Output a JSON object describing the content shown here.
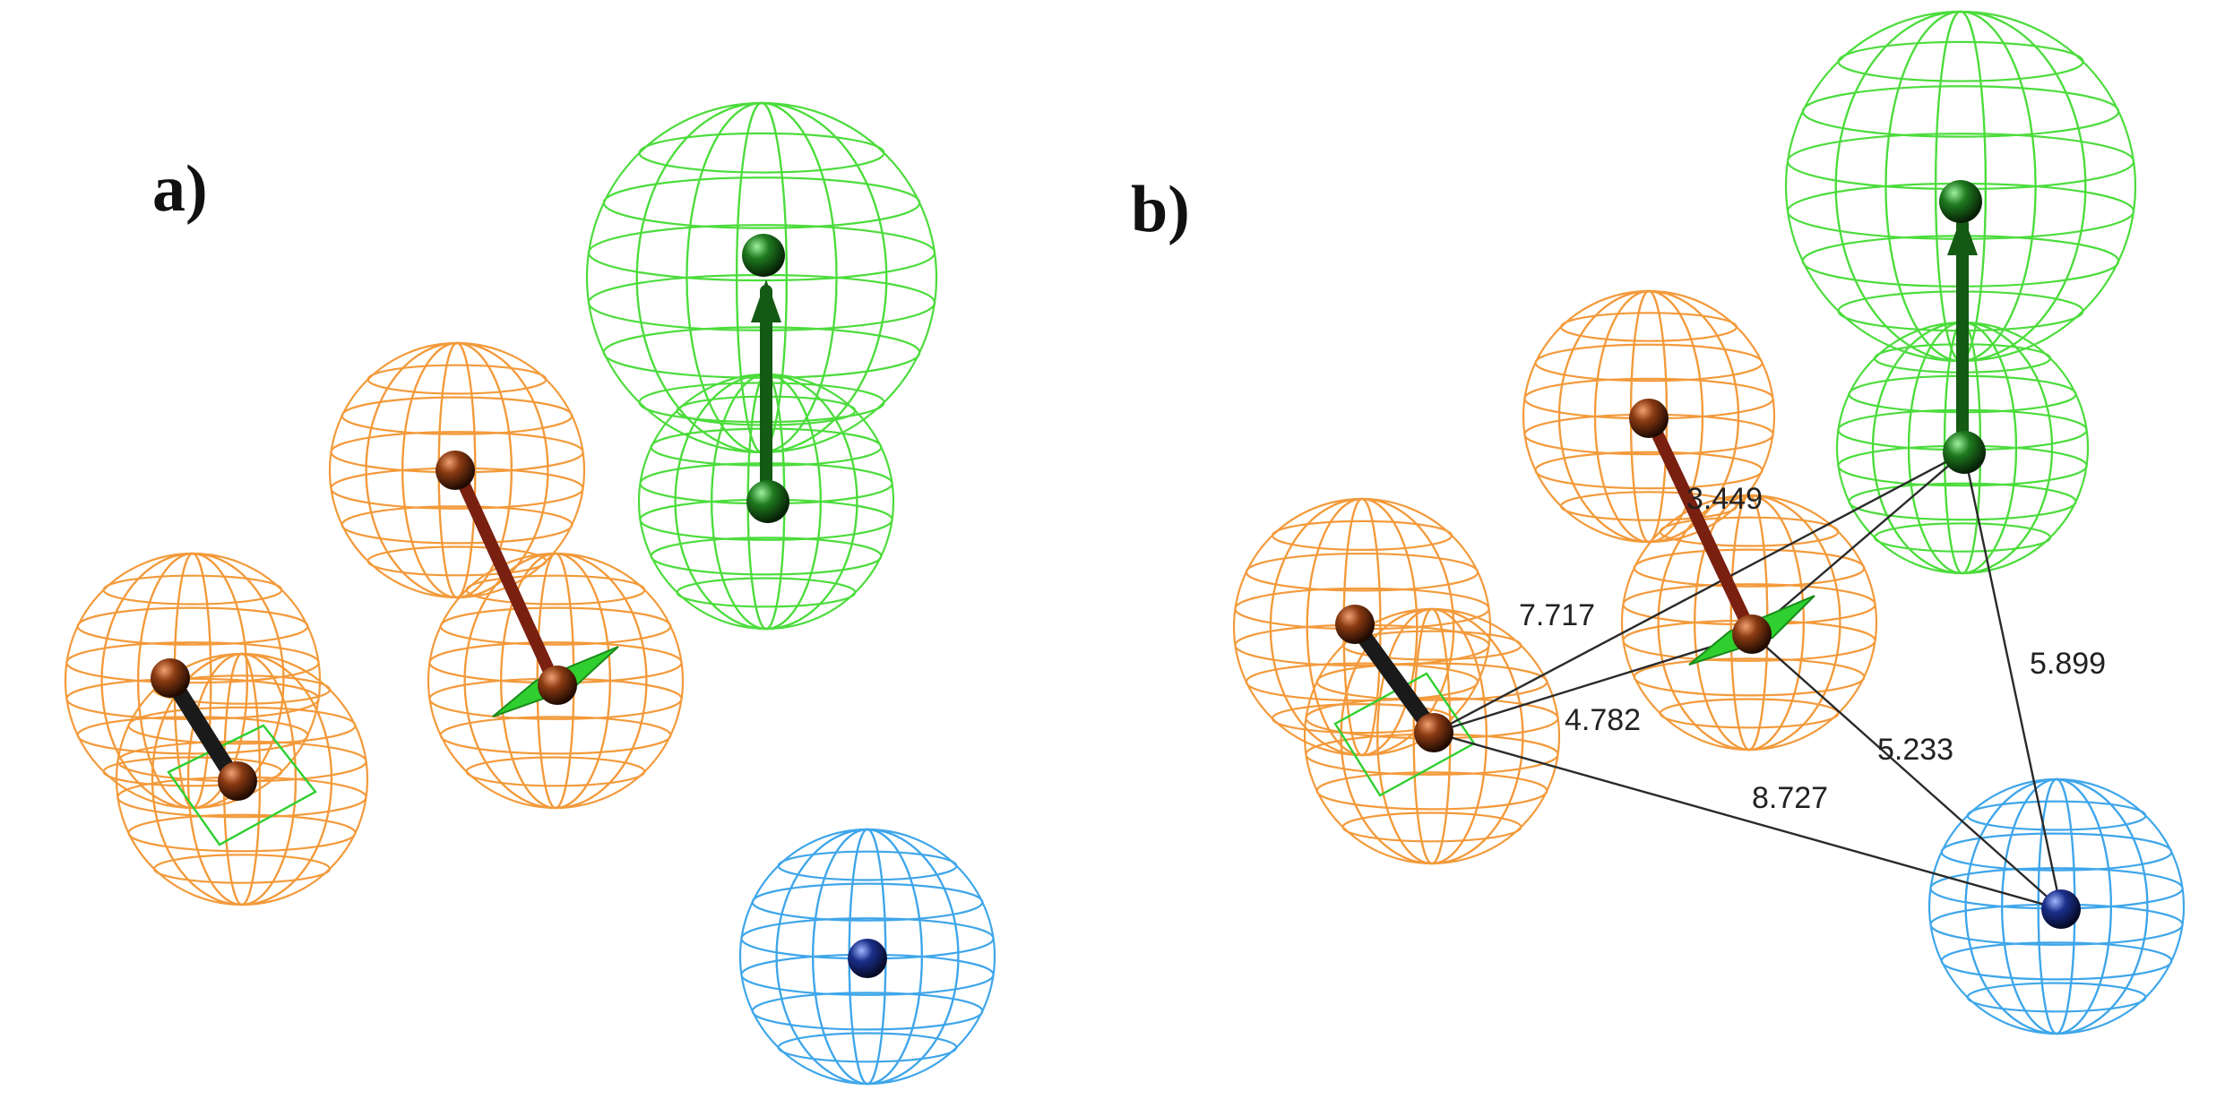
{
  "panels": [
    {
      "label": "a)"
    },
    {
      "label": "b)"
    }
  ],
  "colors": {
    "hydrophobic_sphere": "#f39a3b",
    "acceptor_sphere": "#4cdc3c",
    "ionizable_sphere": "#3fa6ea",
    "ring_plane": "#2fcf2f",
    "vector_dark": "#1a1a1a",
    "vector_red": "#7a2010",
    "vector_green": "#145a14",
    "distance_line": "#2a2a2a"
  },
  "distances": [
    {
      "value": "3.449"
    },
    {
      "value": "7.717"
    },
    {
      "value": "4.782"
    },
    {
      "value": "5.899"
    },
    {
      "value": "5.233"
    },
    {
      "value": "8.727"
    }
  ]
}
